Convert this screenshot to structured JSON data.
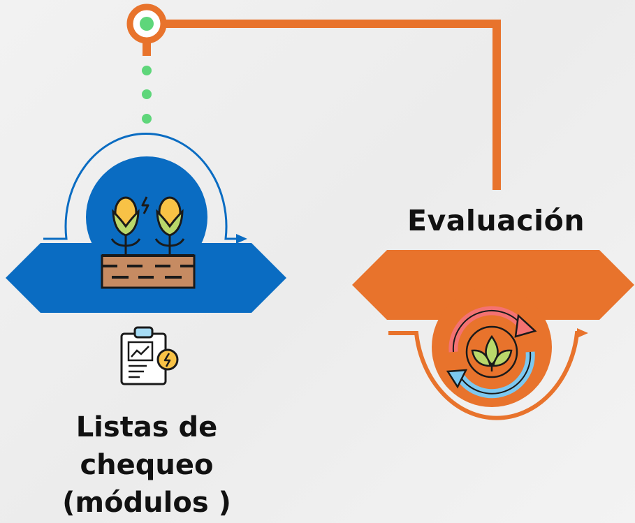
{
  "colors": {
    "orange": "#E8732C",
    "blue": "#0A6CC2",
    "green_dot": "#5ED67A",
    "soil": "#C68B62",
    "corn_yellow": "#F8C246",
    "leaf_green": "#B9D86A"
  },
  "evaluacion": {
    "label": "Evaluación",
    "icon": "cycle-leaves-icon"
  },
  "listas": {
    "label_lines": [
      "Listas de",
      "chequeo",
      "(módulos )"
    ],
    "icon": "crop-field-icon",
    "sub_icon": "clipboard-chart-icon"
  }
}
